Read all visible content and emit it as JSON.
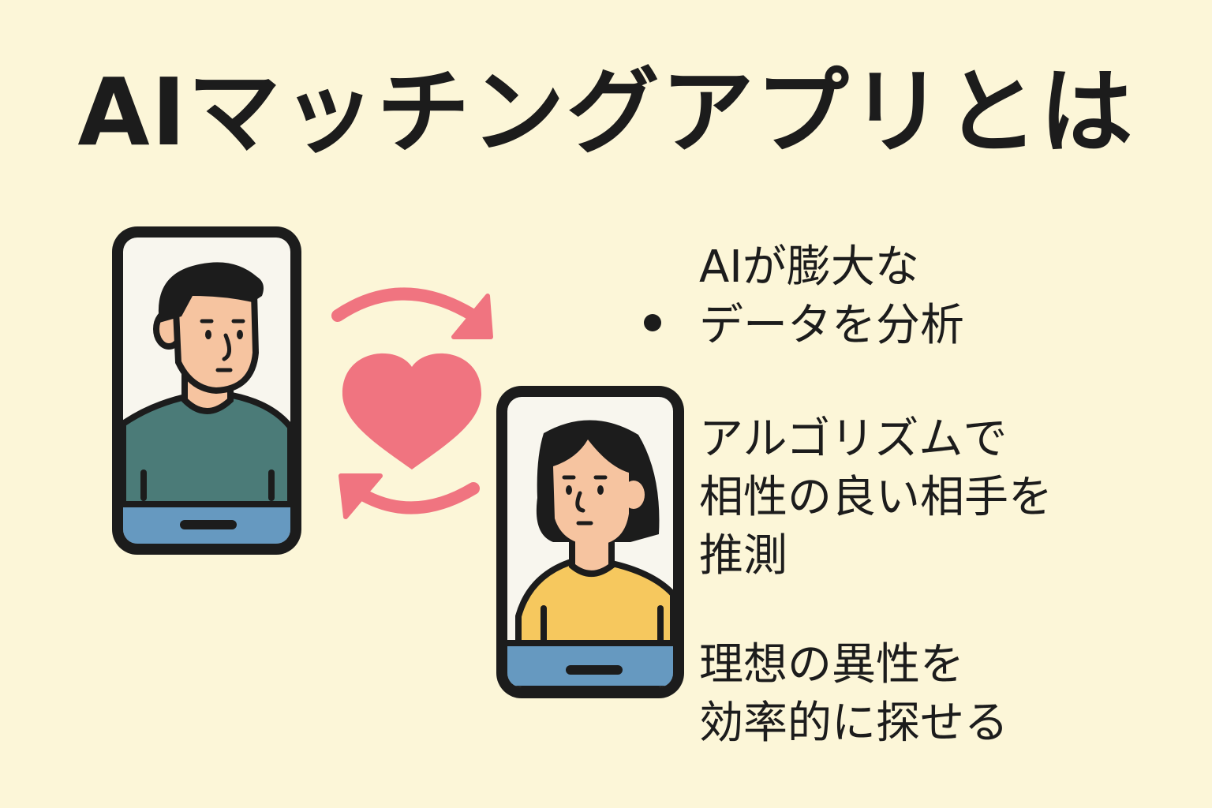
{
  "title": "AIマッチングアプリとは",
  "colors": {
    "background": "#fcf6d8",
    "outline": "#1c1c1c",
    "screen": "#f8f6ee",
    "skin": "#f6c4a0",
    "man_shirt": "#4b7b78",
    "woman_shirt": "#f6c85e",
    "phone_footer": "#6699c0",
    "heart_arrows": "#f07480"
  },
  "illustration": {
    "left_phone": "man-profile",
    "right_phone": "woman-profile",
    "center": [
      "arrow-top-clockwise",
      "heart",
      "arrow-bottom-clockwise"
    ]
  },
  "points": [
    {
      "lines": [
        "AIが膨大な",
        "データを分析"
      ],
      "bulleted": true
    },
    {
      "lines": [
        "アルゴリズムで",
        "相性の良い相手を",
        "推測"
      ],
      "bulleted": false
    },
    {
      "lines": [
        "理想の異性を",
        "効率的に探せる"
      ],
      "bulleted": false
    }
  ]
}
